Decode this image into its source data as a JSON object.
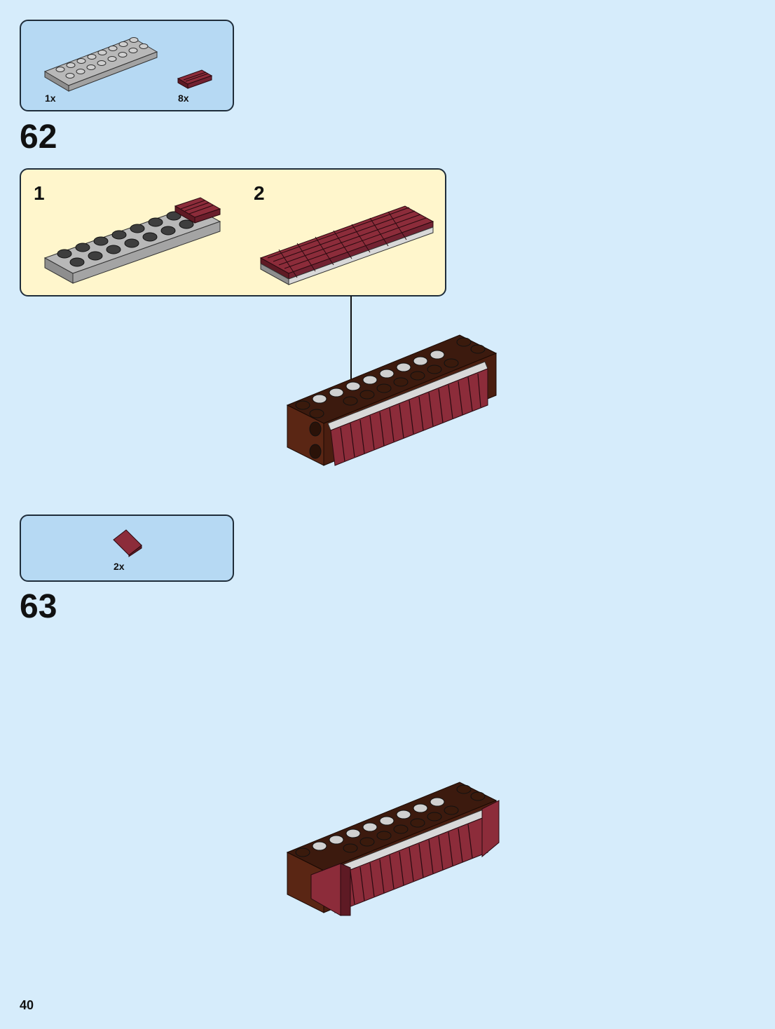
{
  "page_number": "40",
  "colors": {
    "background": "#d6ecfb",
    "parts_box": "#b6d9f3",
    "subpanel": "#fff6cc",
    "dark_red": "#7b2330",
    "reddish_brown": "#5a2614",
    "light_gray": "#b5b5b5",
    "dark_gray": "#4a4a4a"
  },
  "step62": {
    "number": "62",
    "parts": [
      {
        "qty": "1x",
        "icon": "gray-2x8-plate-icon"
      },
      {
        "qty": "8x",
        "icon": "dark-red-grille-tile-icon"
      }
    ],
    "substeps": [
      {
        "number": "1"
      },
      {
        "number": "2"
      }
    ]
  },
  "step63": {
    "number": "63",
    "parts": [
      {
        "qty": "2x",
        "icon": "dark-red-slope-icon"
      }
    ]
  }
}
